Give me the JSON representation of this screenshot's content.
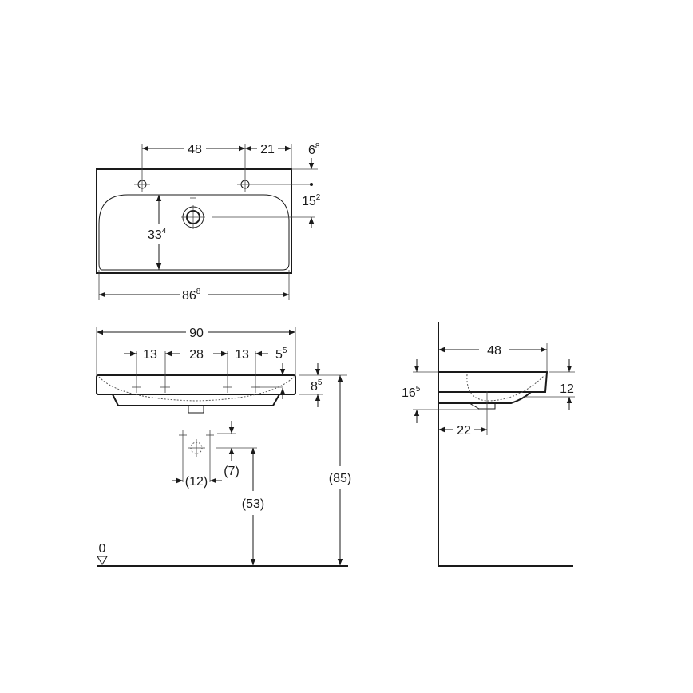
{
  "drawing": {
    "units": "cm",
    "colors": {
      "line": "#1a1a1a",
      "background": "#ffffff"
    },
    "top_view": {
      "dim_tap_spacing": {
        "main": "48",
        "sup": ""
      },
      "dim_tap_to_edge": {
        "main": "21",
        "sup": ""
      },
      "dim_edge_to_tap_row": {
        "main": "6",
        "sup": "8"
      },
      "dim_tap_row_to_drain": {
        "main": "15",
        "sup": "2"
      },
      "dim_bowl_depth": {
        "main": "33",
        "sup": "4"
      },
      "dim_bowl_width": {
        "main": "86",
        "sup": "8"
      }
    },
    "front_view": {
      "dim_overall_width": {
        "main": "90",
        "sup": ""
      },
      "dim_hole_1": {
        "main": "13",
        "sup": ""
      },
      "dim_hole_middle": {
        "main": "28",
        "sup": ""
      },
      "dim_hole_2": {
        "main": "13",
        "sup": ""
      },
      "dim_rim_inset": {
        "main": "5",
        "sup": "5"
      },
      "dim_rim_height": {
        "main": "8",
        "sup": "5"
      },
      "dim_waste_spacing": {
        "main": "(12)",
        "sup": ""
      },
      "dim_waste_offset": {
        "main": "(7)",
        "sup": ""
      },
      "dim_waste_height": {
        "main": "(53)",
        "sup": ""
      },
      "dim_total_height": {
        "main": "(85)",
        "sup": ""
      },
      "floor_level": "0"
    },
    "side_view": {
      "dim_depth": {
        "main": "48",
        "sup": ""
      },
      "dim_total_height": {
        "main": "16",
        "sup": "5"
      },
      "dim_rim_height": {
        "main": "12",
        "sup": ""
      },
      "dim_wall_to_waste": {
        "main": "22",
        "sup": ""
      }
    }
  }
}
